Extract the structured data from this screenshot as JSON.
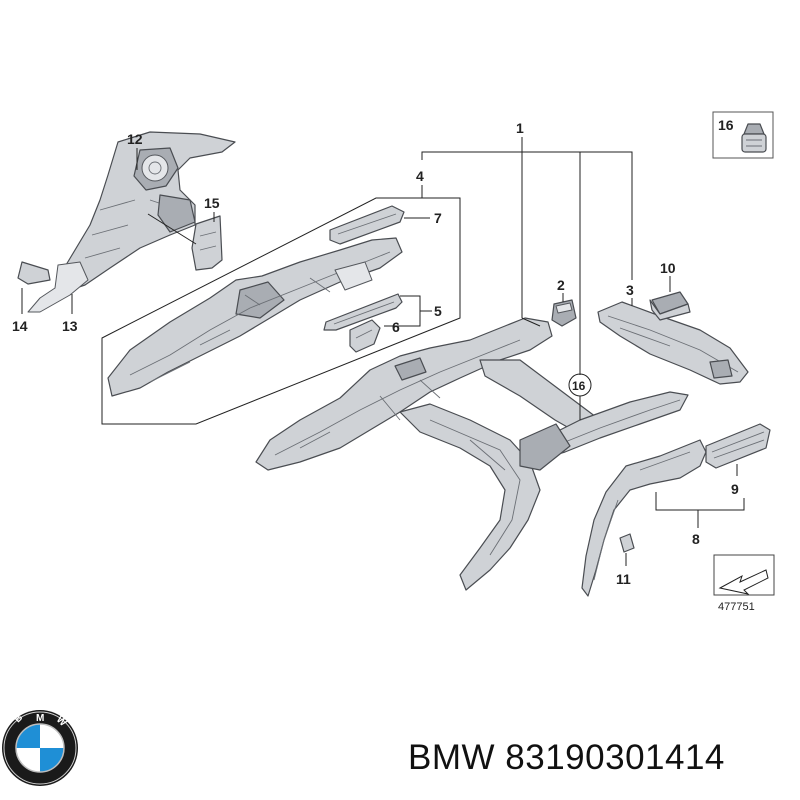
{
  "diagram": {
    "callouts": [
      "1",
      "2",
      "3",
      "4",
      "5",
      "6",
      "7",
      "8",
      "9",
      "10",
      "11",
      "12",
      "13",
      "14",
      "15",
      "16",
      "16"
    ],
    "inset_label": "16",
    "drawing_number": "477751"
  },
  "footer": {
    "logo_letters": "BMW",
    "brand": "BMW",
    "part_number": "83190301414"
  }
}
